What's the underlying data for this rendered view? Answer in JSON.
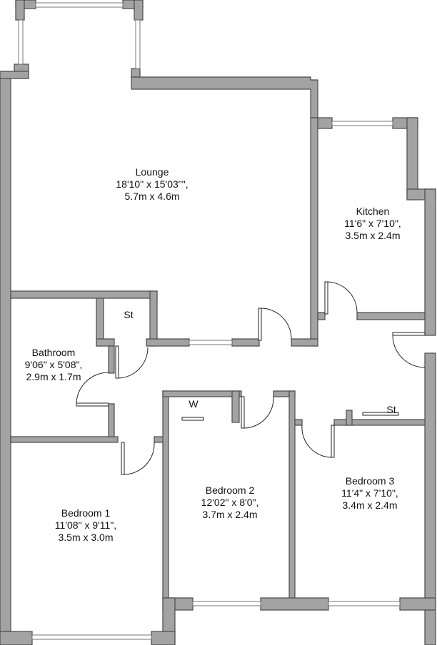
{
  "rooms": [
    {
      "name": "Lounge",
      "imperial": "18'10\" x 15'03\"\",",
      "metric": "5.7m x 4.6m"
    },
    {
      "name": "Kitchen",
      "imperial": "11'6\" x 7'10\",",
      "metric": "3.5m x 2.4m"
    },
    {
      "name": "Bathroom",
      "imperial": "9'06\" x 5'08\",",
      "metric": "2.9m x 1.7m"
    },
    {
      "name": "Bedroom 1",
      "imperial": "11'08\" x 9'11\",",
      "metric": "3.5m x 3.0m"
    },
    {
      "name": "Bedroom 2",
      "imperial": "12'02\" x 8'0\",",
      "metric": "3.7m x 2.4m"
    },
    {
      "name": "Bedroom 3",
      "imperial": "11'4\" x 7'10\",",
      "metric": "3.4m x 2.4m"
    }
  ],
  "closets": {
    "lounge_store": "St",
    "wardrobe": "W",
    "bedroom3_store": "St"
  },
  "colors": {
    "wall": "#a3a3a3",
    "wall_outline": "#4a4a4a"
  }
}
